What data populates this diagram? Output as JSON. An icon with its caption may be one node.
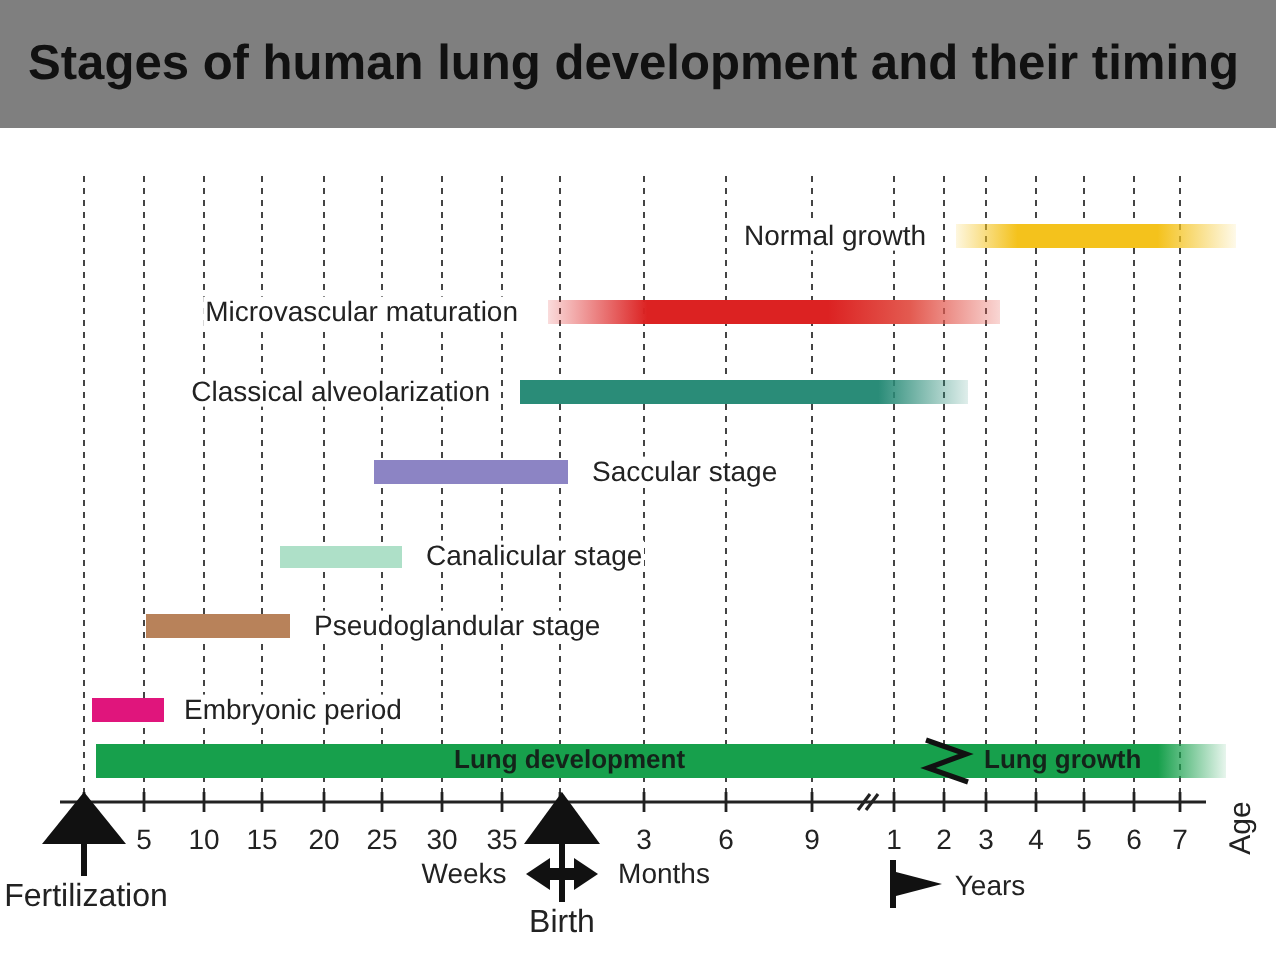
{
  "diagram": {
    "title": "Stages of human lung development and their timing",
    "nodes": [
      {
        "text": [],
        "shape": "bar",
        "beside": [
          "Normal growth"
        ]
      },
      {
        "text": [],
        "shape": "bar",
        "beside": [
          "Microvascular maturation"
        ]
      },
      {
        "text": [],
        "shape": "bar",
        "beside": [
          "Classical alveolarization"
        ]
      },
      {
        "text": [],
        "shape": "bar",
        "beside": [
          "Saccular stage"
        ]
      },
      {
        "text": [],
        "shape": "bar",
        "beside": [
          "Canalicular stage"
        ]
      },
      {
        "text": [],
        "shape": "bar",
        "beside": [
          "Pseudoglandular stage"
        ]
      },
      {
        "text": [],
        "shape": "bar",
        "beside": [
          "Embryonic period"
        ]
      },
      {
        "text": [
          "Lung development",
          "Lung growth"
        ]
      }
    ],
    "labels": [
      "5",
      "10",
      "15",
      "20",
      "25",
      "30",
      "35",
      "3",
      "6",
      "9",
      "1",
      "2",
      "3",
      "4",
      "5",
      "6",
      "7",
      "Age",
      "Fertilization",
      "Weeks",
      "Months",
      "Years",
      "Birth"
    ]
  }
}
